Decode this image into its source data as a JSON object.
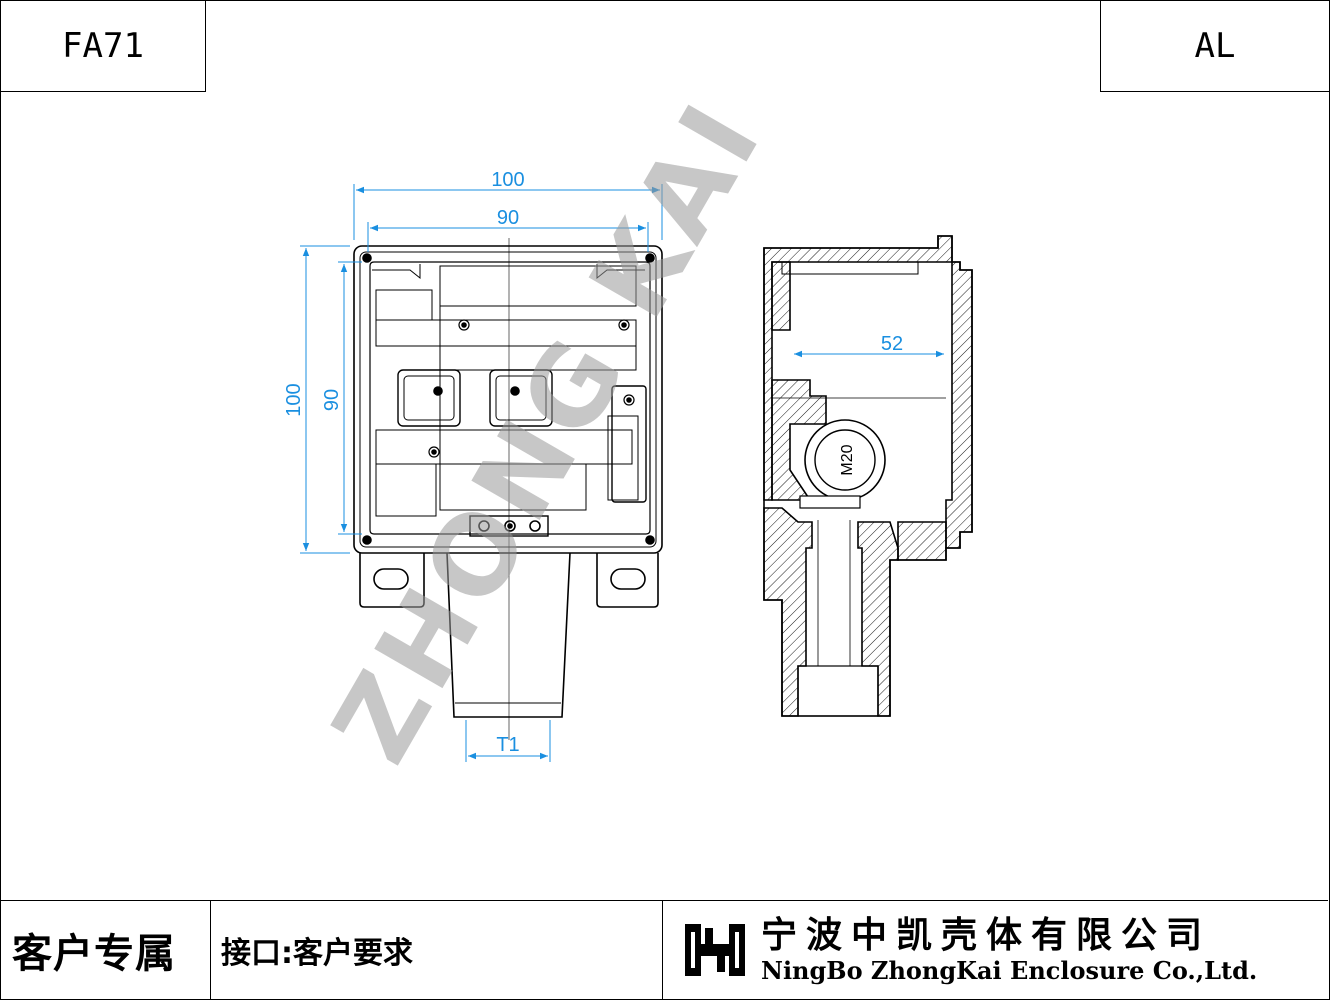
{
  "title_block": {
    "model": "FA71",
    "material": "AL"
  },
  "dimensions": {
    "outer_width": "100",
    "inner_width": "90",
    "outer_height": "100",
    "inner_height": "90",
    "depth": "52",
    "thread": "M20",
    "spout": "T1"
  },
  "watermark": "ZHONG KAI",
  "footer": {
    "customer_label": "客户专属",
    "interface_note": "接口:客户要求",
    "company_cn": "宁波中凯壳体有限公司",
    "company_en": "NingBo ZhongKai Enclosure Co.,Ltd."
  },
  "colors": {
    "dimension": "#1a8fe0",
    "line": "#000000",
    "watermark": "#9a9a9a"
  }
}
